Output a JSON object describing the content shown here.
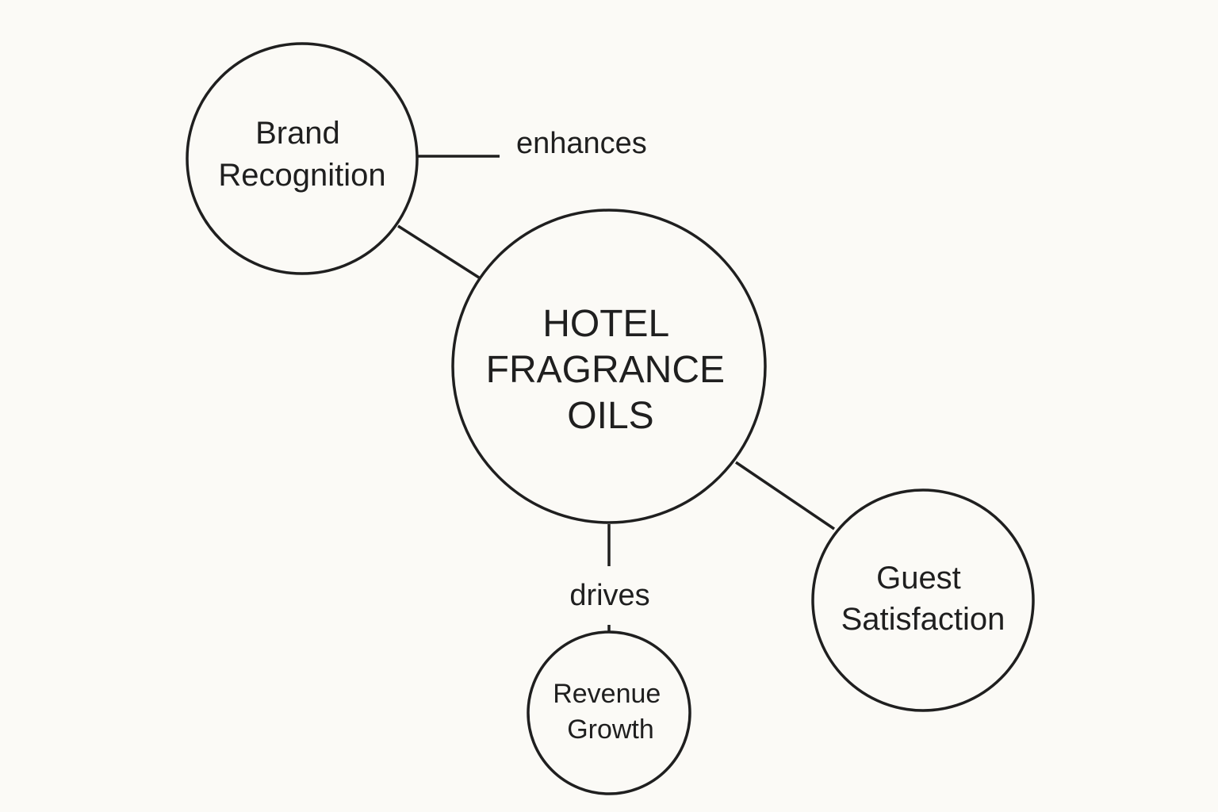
{
  "colors": {
    "background": "#fbfaf6",
    "stroke": "#1f1f1f",
    "text": "#1f1f1f"
  },
  "nodes": {
    "center": {
      "lines": [
        "HOTEL",
        "FRAGRANCE",
        "OILS"
      ]
    },
    "brand_recognition": {
      "lines": [
        "Brand",
        "Recognition"
      ]
    },
    "guest_satisfaction": {
      "lines": [
        "Guest",
        "Satisfaction"
      ]
    },
    "revenue_growth": {
      "lines": [
        "Revenue",
        "Growth"
      ]
    }
  },
  "edge_labels": {
    "enhances": "enhances",
    "drives": "drives"
  }
}
